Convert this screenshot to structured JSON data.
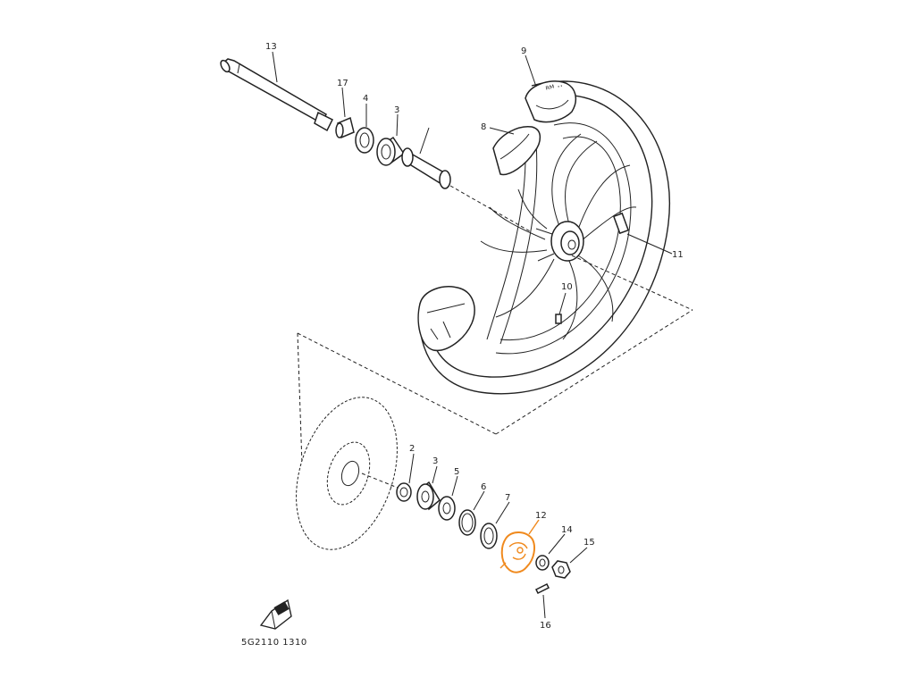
{
  "diagram": {
    "part_numbers": {
      "axle": "13",
      "collar_top": "17",
      "oil_seal_top": "4",
      "bearing_top": "3",
      "tire": "9",
      "tube": "8",
      "valve": "11",
      "balance_weight": "10",
      "bearing_bottom_1": "2",
      "bearing_bottom_2": "3",
      "oil_seal_bottom": "5",
      "circlip": "6",
      "oil_seal_2": "7",
      "meter_gear_unit": "12",
      "washer": "14",
      "nut": "15",
      "cotter_pin": "16"
    },
    "drawing_code": "5G2110 1310",
    "highlight_color": "#f08a1e",
    "highlighted_part": "12"
  }
}
